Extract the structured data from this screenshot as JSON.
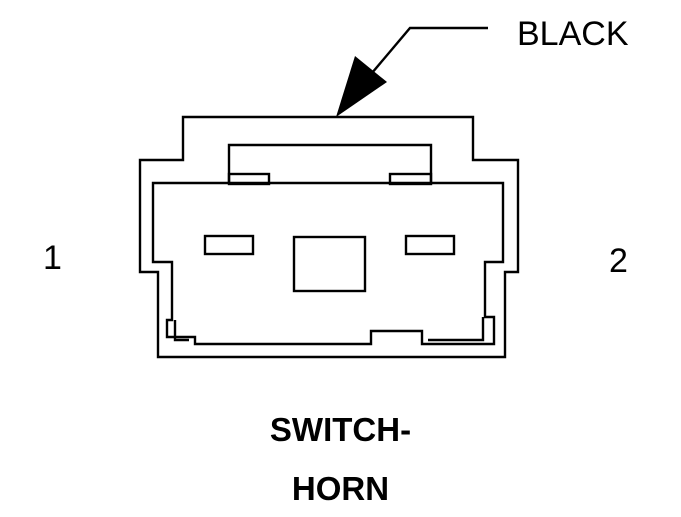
{
  "callout": {
    "wire_color_label": "BLACK"
  },
  "pins": {
    "left_label": "1",
    "right_label": "2"
  },
  "caption": {
    "line1": "SWITCH-",
    "line2": "HORN"
  },
  "colors": {
    "line": "#000000",
    "background": "#ffffff"
  }
}
